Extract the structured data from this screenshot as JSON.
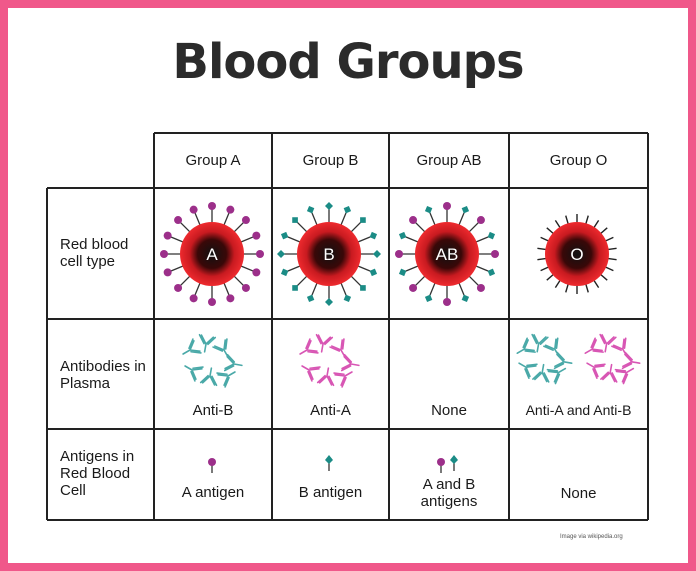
{
  "title": "Blood Groups",
  "columns": [
    "Group A",
    "Group B",
    "Group AB",
    "Group O"
  ],
  "rows": [
    {
      "label": "Red blood cell type"
    },
    {
      "label": "Antibodies in Plasma",
      "values": [
        "Anti-B",
        "Anti-A",
        "None",
        "Anti-A and Anti-B"
      ]
    },
    {
      "label": "Antigens in Red Blood Cell",
      "values": [
        "A antigen",
        "B antigen",
        "A and B antigens",
        "None"
      ]
    }
  ],
  "cells": [
    "A",
    "B",
    "AB",
    "O"
  ],
  "credit": "Image via wikipedia.org",
  "colors": {
    "border": "#f0588a",
    "cell_red": "#e8202a",
    "antigen_a": "#9c2f8a",
    "antigen_b": "#1b8c86",
    "antibody_teal": "#4aa9a8",
    "antibody_pink": "#d856b4"
  },
  "icons": {
    "antigen_a": "lollipop-circle-icon",
    "antigen_b": "lollipop-diamond-icon",
    "antibody": "y-shaped-antibody-icon"
  }
}
